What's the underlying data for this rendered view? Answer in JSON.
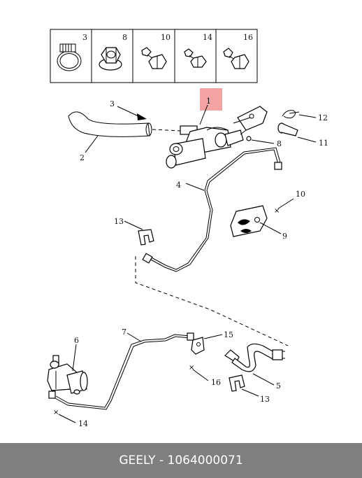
{
  "legend": {
    "cells": [
      {
        "label": "3",
        "icon": "hose-clamp-icon"
      },
      {
        "label": "8",
        "icon": "flange-nut-icon"
      },
      {
        "label": "10",
        "icon": "flange-bolt-icon"
      },
      {
        "label": "14",
        "icon": "flange-bolt-icon"
      },
      {
        "label": "16",
        "icon": "flange-bolt-icon"
      }
    ]
  },
  "highlight": {
    "label": "1",
    "color": "#f4a3a3"
  },
  "callouts": {
    "c2": "2",
    "c3": "3",
    "c4": "4",
    "c5": "5",
    "c6": "6",
    "c7": "7",
    "c8": "8",
    "c9": "9",
    "c10": "10",
    "c11": "11",
    "c12": "12",
    "c13a": "13",
    "c13b": "13",
    "c14": "14",
    "c15": "15",
    "c16": "16"
  },
  "footer": {
    "text": "GEELY - 1064000071"
  }
}
